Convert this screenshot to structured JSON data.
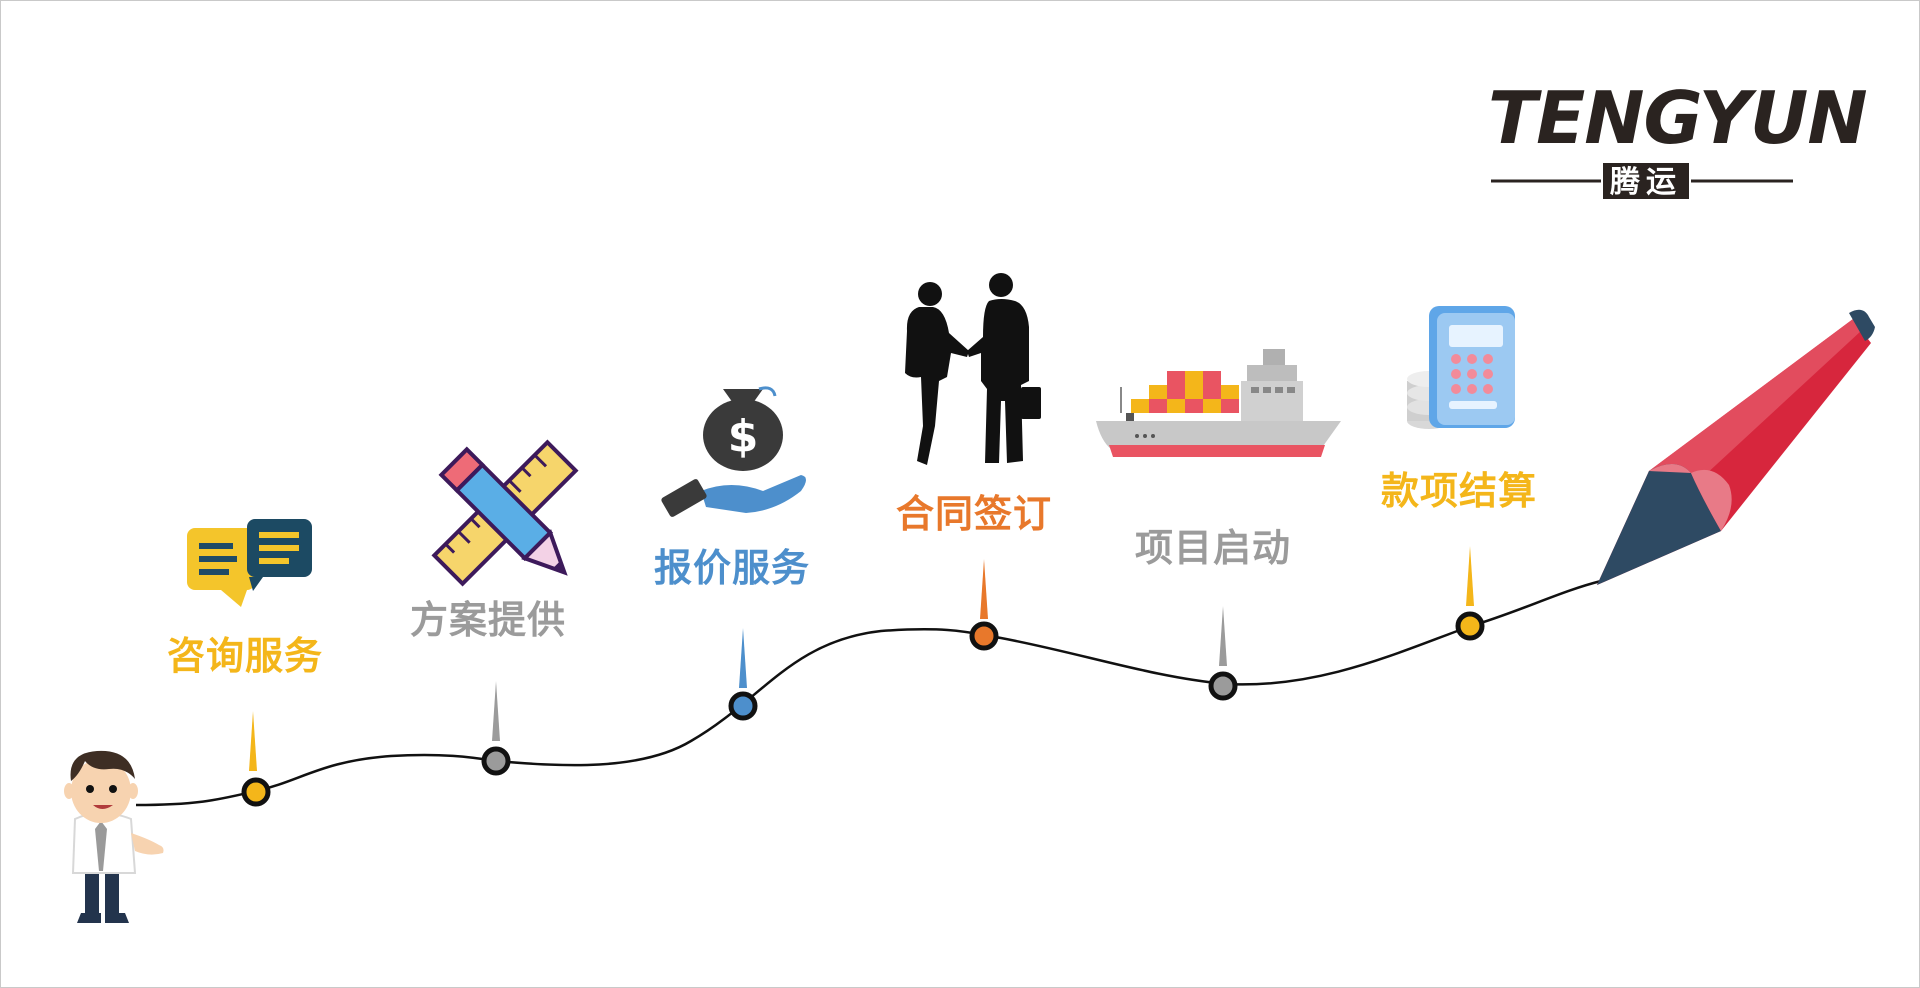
{
  "brand": {
    "name": "TENGYUN",
    "chinese": "腾运"
  },
  "steps": [
    {
      "label": "咨询服务",
      "color": "#F4B61A",
      "icon": "chat-bubbles-icon"
    },
    {
      "label": "方案提供",
      "color": "#9B9B9B",
      "icon": "ruler-pencil-icon"
    },
    {
      "label": "报价服务",
      "color": "#4D8FCC",
      "icon": "money-bag-hand-icon"
    },
    {
      "label": "合同签订",
      "color": "#E8782B",
      "icon": "handshake-icon"
    },
    {
      "label": "项目启动",
      "color": "#9B9B9B",
      "icon": "cargo-ship-icon"
    },
    {
      "label": "款项结算",
      "color": "#F4B61A",
      "icon": "calculator-coins-icon"
    }
  ],
  "colors": {
    "curve": "#111111",
    "pencil_red": "#D7263D",
    "pencil_tip": "#2E4A63"
  }
}
